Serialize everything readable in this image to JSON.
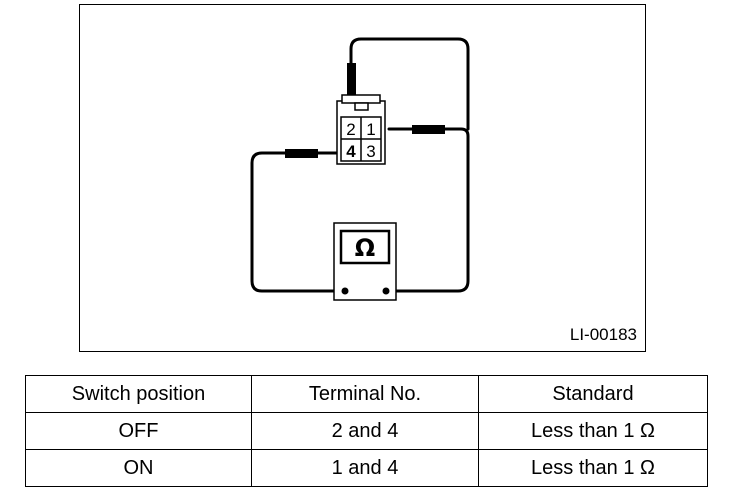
{
  "figure": {
    "id": "LI-00183",
    "connector_pins": [
      "2",
      "1",
      "4",
      "3"
    ],
    "meter_symbol": "Ω"
  },
  "table": {
    "headers": [
      "Switch position",
      "Terminal No.",
      "Standard"
    ],
    "rows": [
      [
        "OFF",
        "2 and 4",
        "Less than 1 Ω"
      ],
      [
        "ON",
        "1 and 4",
        "Less than 1 Ω"
      ]
    ]
  }
}
